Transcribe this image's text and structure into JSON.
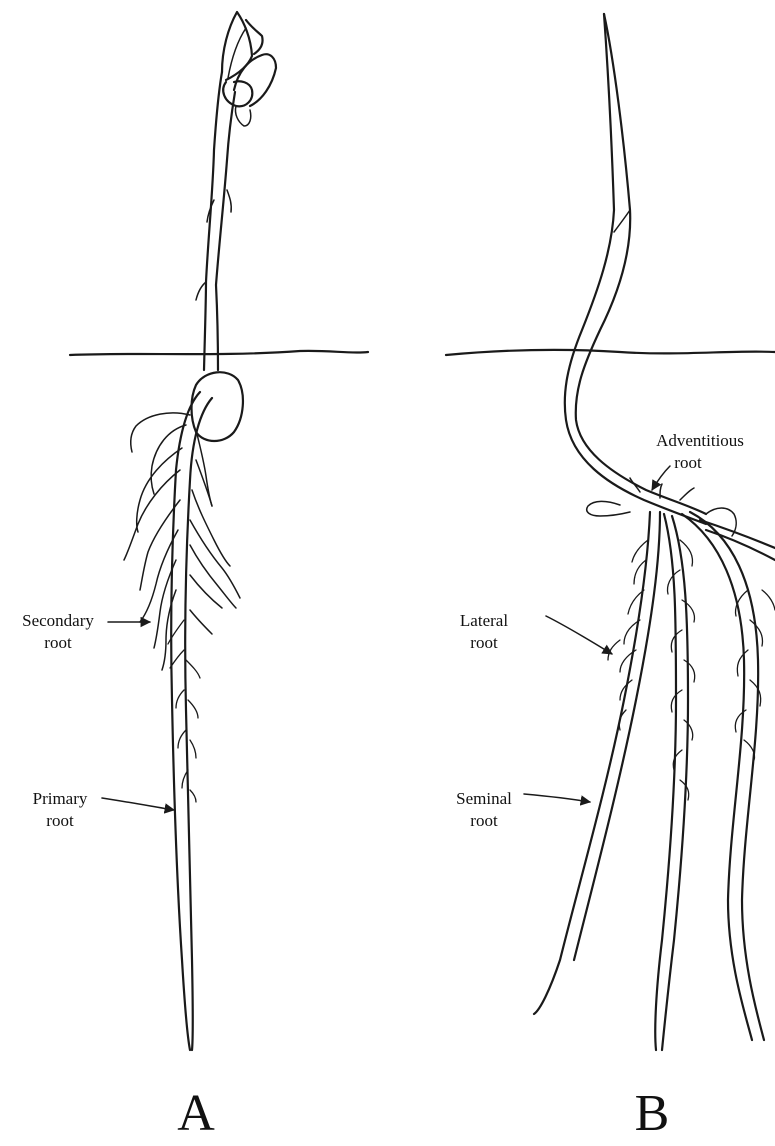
{
  "figure": {
    "panels": [
      {
        "id": "A",
        "label": "A",
        "annotations": {
          "secondary_root": [
            "Secondary",
            "root"
          ],
          "primary_root": [
            "Primary",
            "root"
          ]
        }
      },
      {
        "id": "B",
        "label": "B",
        "annotations": {
          "adventitious_root": [
            "Adventitious",
            "root"
          ],
          "lateral_root": [
            "Lateral",
            "root"
          ],
          "seminal_root": [
            "Seminal",
            "root"
          ]
        }
      }
    ]
  }
}
